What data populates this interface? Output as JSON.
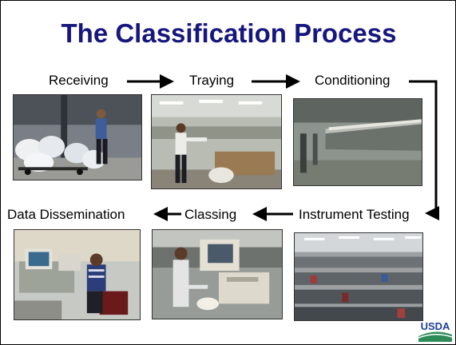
{
  "title": "The Classification Process",
  "steps": {
    "receiving": "Receiving",
    "traying": "Traying",
    "conditioning": "Conditioning",
    "instrument_testing": "Instrument Testing",
    "classing": "Classing",
    "data_dissemination": "Data Dissemination"
  },
  "logo": {
    "text": "USDA"
  },
  "colors": {
    "title": "#16167e",
    "arrow": "#000000",
    "logo_green": "#2e8b57",
    "logo_blue": "#1f3f99"
  }
}
